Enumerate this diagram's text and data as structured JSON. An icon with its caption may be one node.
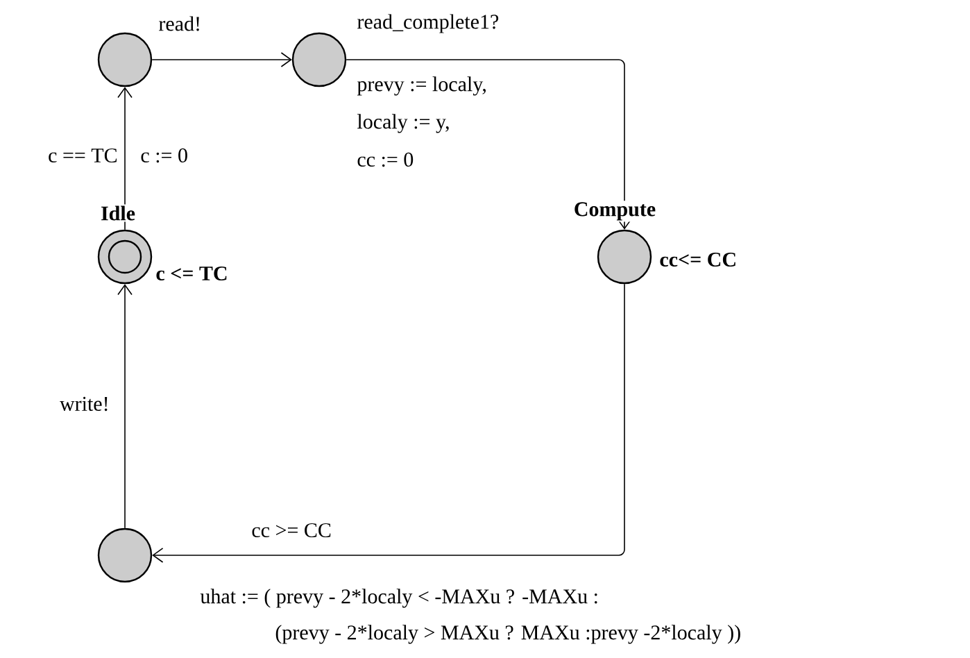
{
  "diagram": {
    "nodes": [
      {
        "text": [],
        "shape": "double-circle",
        "beside": [
          "Idle",
          "c <= TC"
        ]
      },
      {
        "text": [],
        "shape": "circle"
      },
      {
        "text": [],
        "shape": "circle"
      },
      {
        "text": [],
        "shape": "circle",
        "beside": [
          "Compute",
          "cc<= CC"
        ]
      },
      {
        "text": [],
        "shape": "circle"
      }
    ],
    "edges": [
      {
        "from": 0,
        "to": 1,
        "arrow": "to",
        "label": "c == TC"
      },
      {
        "from": 1,
        "to": 2,
        "arrow": "to",
        "label": "read!"
      },
      {
        "from": 2,
        "to": 3,
        "arrow": "to",
        "label": "read_complete1?"
      },
      {
        "from": 3,
        "to": 4,
        "arrow": "to",
        "label": "cc >= CC"
      },
      {
        "from": 4,
        "to": 0,
        "arrow": "to",
        "label": "write!"
      }
    ],
    "labels": [
      "c := 0",
      "prevy := localy,",
      "localy := y,",
      "cc := 0",
      "uhat := ( prevy - 2*localy < -MAXu ? -MAXu :",
      "(prevy - 2*localy > MAXu ? MAXu :prevy -2*localy ))"
    ]
  }
}
